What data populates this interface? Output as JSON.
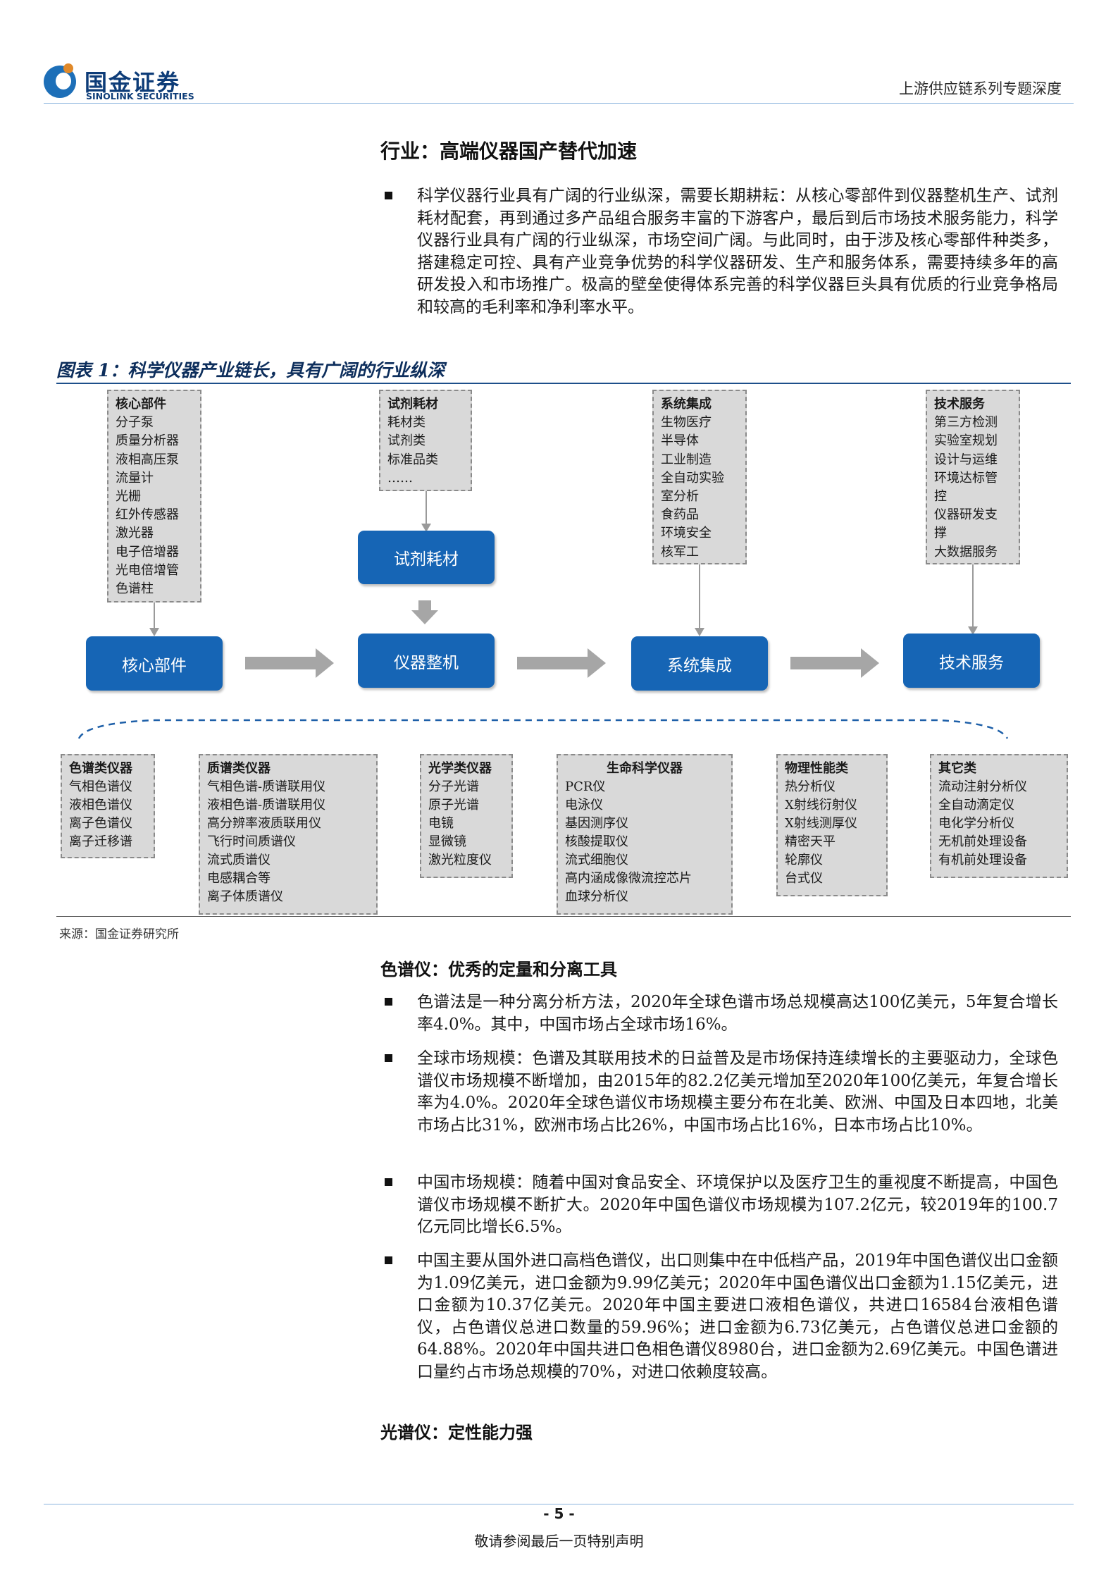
{
  "header": {
    "logo_cn": "国金证券",
    "logo_en": "SINOLINK SECURITIES",
    "report_series": "上游供应链系列专题深度"
  },
  "section1": {
    "heading": "行业：高端仪器国产替代加速",
    "bullet": "科学仪器行业具有广阔的行业纵深，需要长期耕耘：从核心零部件到仪器整机生产、试剂耗材配套，再到通过多产品组合服务丰富的下游客户，最后到后市场技术服务能力，科学仪器行业具有广阔的行业纵深，市场空间广阔。与此同时，由于涉及核心零部件种类多，搭建稳定可控、具有产业竞争优势的科学仪器研发、生产和服务体系，需要持续多年的高研发投入和市场推广。极高的壁垒使得体系完善的科学仪器巨头具有优质的行业竞争格局和较高的毛利率和净利率水平。"
  },
  "figure": {
    "title": "图表 1：科学仪器产业链长，具有广阔的行业纵深",
    "source": "来源：国金证券研究所",
    "top_boxes": [
      {
        "title": "核心部件",
        "items": [
          "分子泵",
          "质量分析器",
          "液相高压泵",
          "流量计",
          "光栅",
          "红外传感器",
          "激光器",
          "电子倍增器",
          "光电倍增管",
          "色谱柱"
        ]
      },
      {
        "title": "试剂耗材",
        "items": [
          "耗材类",
          "试剂类",
          "标准品类",
          "……"
        ]
      },
      {
        "title": "系统集成",
        "items": [
          "生物医疗",
          "半导体",
          "工业制造",
          "全自动实验",
          "室分析",
          "食药品",
          "环境安全",
          "核军工"
        ]
      },
      {
        "title": "技术服务",
        "items": [
          "第三方检测",
          "实验室规划",
          "设计与运维",
          "环境达标管",
          "控",
          "仪器研发支",
          "撑",
          "大数据服务"
        ]
      }
    ],
    "blue_boxes": {
      "reagent": "试剂耗材",
      "core": "核心部件",
      "instrument": "仪器整机",
      "system": "系统集成",
      "service": "技术服务"
    },
    "categories": [
      {
        "title": "色谱类仪器",
        "items": [
          "气相色谱仪",
          "液相色谱仪",
          "离子色谱仪",
          "离子迁移谱"
        ]
      },
      {
        "title": "质谱类仪器",
        "items": [
          "气相色谱-质谱联用仪",
          "液相色谱-质谱联用仪",
          "高分辨率液质联用仪",
          "飞行时间质谱仪",
          "流式质谱仪",
          "电感耦合等",
          "离子体质谱仪"
        ]
      },
      {
        "title": "光学类仪器",
        "items": [
          "分子光谱",
          "原子光谱",
          "电镜",
          "显微镜",
          "激光粒度仪"
        ]
      },
      {
        "title": "生命科学仪器",
        "items": [
          "PCR仪",
          "电泳仪",
          "基因测序仪",
          "核酸提取仪",
          "流式细胞仪",
          "高内涵成像微流控芯片",
          "血球分析仪"
        ]
      },
      {
        "title": "物理性能类",
        "items": [
          "热分析仪",
          "X射线衍射仪",
          "X射线测厚仪",
          "精密天平",
          "轮廓仪",
          "台式仪"
        ]
      },
      {
        "title": "其它类",
        "items": [
          "流动注射分析仪",
          "全自动滴定仪",
          "电化学分析仪",
          "无机前处理设备",
          "有机前处理设备"
        ]
      }
    ]
  },
  "section2": {
    "heading": "色谱仪：优秀的定量和分离工具",
    "bullets": [
      "色谱法是一种分离分析方法，2020年全球色谱市场总规模高达100亿美元，5年复合增长率4.0%。其中，中国市场占全球市场16%。",
      "全球市场规模：色谱及其联用技术的日益普及是市场保持连续增长的主要驱动力，全球色谱仪市场规模不断增加，由2015年的82.2亿美元增加至2020年100亿美元，年复合增长率为4.0%。2020年全球色谱仪市场规模主要分布在北美、欧洲、中国及日本四地，北美市场占比31%，欧洲市场占比26%，中国市场占比16%，日本市场占比10%。",
      "中国市场规模：随着中国对食品安全、环境保护以及医疗卫生的重视度不断提高，中国色谱仪市场规模不断扩大。2020年中国色谱仪市场规模为107.2亿元，较2019年的100.7亿元同比增长6.5%。",
      "中国主要从国外进口高档色谱仪，出口则集中在中低档产品，2019年中国色谱仪出口金额为1.09亿美元，进口金额为9.99亿美元；2020年中国色谱仪出口金额为1.15亿美元，进口金额为10.37亿美元。2020年中国主要进口液相色谱仪，共进口16584台液相色谱仪，占色谱仪总进口数量的59.96%；进口金额为6.73亿美元，占色谱仪总进口金额的64.88%。2020年中国共进口色相色谱仪8980台，进口金额为2.69亿美元。中国色谱进口量约占市场总规模的70%，对进口依赖度较高。"
    ]
  },
  "section3": {
    "heading": "光谱仪：定性能力强"
  },
  "footer": {
    "page": "- 5 -",
    "note": "敬请参阅最后一页特别声明"
  }
}
